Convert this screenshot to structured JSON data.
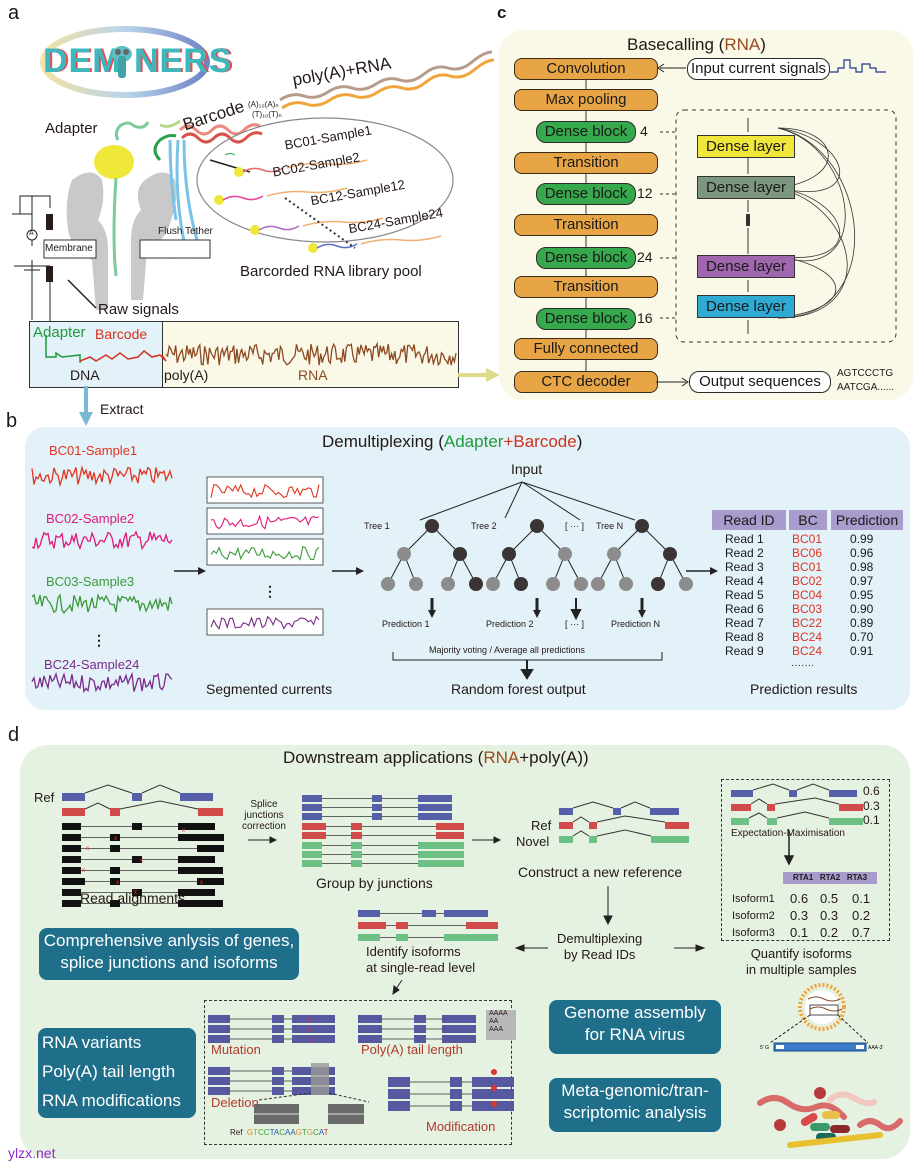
{
  "panels": {
    "a": {
      "letter": "a",
      "logo": "DEMINERS",
      "logo_parts": [
        "DEM",
        "NERS"
      ],
      "labels": {
        "adapter": "Adapter",
        "barcode": "Barcode",
        "polyA_rna": "poly(A)+RNA",
        "a_tail_top": "(A)₁₀(A)ₙ",
        "t_tail_bottom": "(T)₁₀(T)ₙ",
        "flush_tether": "Flush Tether",
        "membrane": "Membrane",
        "ammeter": "A",
        "raw_signals": "Raw signals",
        "pool_title": "Barcorded RNA library pool",
        "pool_samples": [
          "BC01-Sample1",
          "BC02-Sample2",
          "BC12-Sample12",
          "BC24-Sample24"
        ],
        "signal_adapter": "Adapter",
        "signal_barcode": "Barcode",
        "signal_dna": "DNA",
        "signal_polya": "poly(A)",
        "signal_rna": "RNA",
        "extract": "Extract"
      }
    },
    "c": {
      "letter": "c",
      "title_prefix": "Basecalling (",
      "title_accent": "RNA",
      "title_suffix": ")",
      "blocks": [
        "Convolution",
        "Max pooling",
        "Dense block",
        "Transition",
        "Dense block",
        "Transition",
        "Dense block",
        "Transition",
        "Dense block",
        "Fully connected",
        "CTC decoder"
      ],
      "dense_block_counts": [
        "4",
        "12",
        "24",
        "16"
      ],
      "input_label": "Input current signals",
      "output_label": "Output sequences",
      "output_seq_line1": "AGTCCCTG",
      "output_seq_line2": "AATCGA......",
      "dense_layers": [
        {
          "label": "Dense layer",
          "color": "#f0e73b"
        },
        {
          "label": "Dense layer",
          "color": "#7c9680"
        },
        {
          "label": "Dense layer",
          "color": "#a066ae"
        },
        {
          "label": "Dense layer",
          "color": "#2eaad3"
        }
      ]
    },
    "b": {
      "letter": "b",
      "title_prefix": "Demultiplexing (",
      "title_adapter": "Adapter",
      "title_plus": "+",
      "title_barcode": "Barcode",
      "title_suffix": ")",
      "samples": [
        {
          "label": "BC01-Sample1",
          "color": "#e0341f"
        },
        {
          "label": "BC02-Sample2",
          "color": "#e0197d"
        },
        {
          "label": "BC03-Sample3",
          "color": "#3a9a3a"
        },
        {
          "label": "BC24-Sample24",
          "color": "#7a2a8a"
        }
      ],
      "segmented_label": "Segmented currents",
      "input_label": "Input",
      "trees": [
        "Tree 1",
        "Tree 2",
        "[ ··· ]",
        "Tree N"
      ],
      "predictions": [
        "Prediction 1",
        "Prediction 2",
        "[ ··· ]",
        "Prediction N"
      ],
      "voting_label": "Majority voting / Average all predictions",
      "rf_output_label": "Random forest output",
      "results_label": "Prediction results",
      "table": {
        "headers": [
          "Read ID",
          "BC",
          "Prediction"
        ],
        "rows": [
          [
            "Read 1",
            "BC01",
            "0.99"
          ],
          [
            "Read 2",
            "BC06",
            "0.96"
          ],
          [
            "Read 3",
            "BC01",
            "0.98"
          ],
          [
            "Read 4",
            "BC02",
            "0.97"
          ],
          [
            "Read 5",
            "BC04",
            "0.95"
          ],
          [
            "Read 6",
            "BC03",
            "0.90"
          ],
          [
            "Read 7",
            "BC22",
            "0.89"
          ],
          [
            "Read 8",
            "BC24",
            "0.70"
          ],
          [
            "Read 9",
            "BC24",
            "0.91"
          ]
        ],
        "ellipsis": "·······"
      }
    },
    "d": {
      "letter": "d",
      "title_prefix": "Downstream applications (",
      "title_rna": "RNA",
      "title_plus": "+poly(A))",
      "ref_label": "Ref",
      "read_alignments": "Read alignments",
      "splice_correction": [
        "Splice",
        "junctions",
        "correction"
      ],
      "group_by_junctions": "Group by junctions",
      "ref2": "Ref",
      "novel": "Novel",
      "construct_ref": "Construct a new reference",
      "em_label": "Expectation-Maximisation",
      "em_values": [
        "0.6",
        "0.3",
        "0.1"
      ],
      "quant_table": {
        "headers": [
          "RTA1",
          "RTA2",
          "RTA3"
        ],
        "rows": [
          [
            "Isoform1",
            "0.6",
            "0.5",
            "0.1"
          ],
          [
            "Isoform2",
            "0.3",
            "0.3",
            "0.2"
          ],
          [
            "Isoform3",
            "0.1",
            "0.2",
            "0.7"
          ]
        ]
      },
      "quantify_label": [
        "Quantify isoforms",
        "in multiple samples"
      ],
      "demux_label": [
        "Demultiplexing",
        "by Read IDs"
      ],
      "identify_label": [
        "Identify isoforms",
        "at single-read level"
      ],
      "comprehensive": [
        "Comprehensive anlysis of genes,",
        "splice junctions and isoforms"
      ],
      "variants_box": [
        "RNA variants",
        "Poly(A) tail length",
        "RNA modifications"
      ],
      "mutation": "Mutation",
      "polya_tail": "Poly(A) tail length",
      "polya_tails": [
        "AAAA",
        "AA",
        "AAA"
      ],
      "deletion": "Deletion",
      "modification": "Modification",
      "ref_seq_label": "Ref",
      "ref_seq": [
        {
          "s": "GT",
          "c": "#e08a2a"
        },
        {
          "s": "CC",
          "c": "#3aa03a"
        },
        {
          "s": "TA",
          "c": "#2a5ab0"
        },
        {
          "s": "C",
          "c": "#3aa03a"
        },
        {
          "s": "AA",
          "c": "#2a5ab0"
        },
        {
          "s": "G",
          "c": "#e08a2a"
        },
        {
          "s": "T",
          "c": "#3aa03a"
        },
        {
          "s": "G",
          "c": "#e08a2a"
        },
        {
          "s": "C",
          "c": "#3aa03a"
        },
        {
          "s": "A",
          "c": "#2a5ab0"
        },
        {
          "s": "T",
          "c": "#d03a2a"
        }
      ],
      "genome_assembly": [
        "Genome assembly",
        "for RNA virus"
      ],
      "meta": [
        "Meta-genomic/tran-",
        "scriptomic analysis"
      ],
      "virus_5": "5' G",
      "virus_3": "AAA-3'"
    }
  },
  "colors": {
    "brown": "#9a4a1e",
    "green": "#1e9a3a",
    "red": "#d0321e",
    "blue_exon": "#5560a8",
    "red_exon": "#d24b4b",
    "green_exon": "#6cc083",
    "teal": "#1f6f8b",
    "purple_header": "#a99bcc"
  },
  "watermark": "ylzx.net"
}
